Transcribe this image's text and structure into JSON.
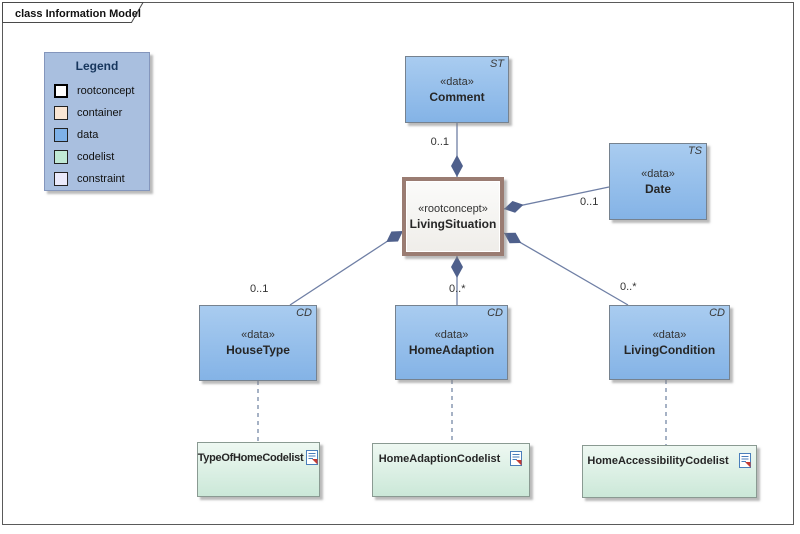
{
  "frame": {
    "title": "class Information Model"
  },
  "legend": {
    "title": "Legend",
    "panel_color": "#a9bfdf",
    "items": [
      {
        "label": "rootconcept",
        "color": "#ffffff"
      },
      {
        "label": "container",
        "color": "#fae6d4"
      },
      {
        "label": "data",
        "color": "#7eb1e8"
      },
      {
        "label": "codelist",
        "color": "#c0e9d4"
      },
      {
        "label": "constraint",
        "color": "#eaeafb"
      }
    ]
  },
  "nodes": {
    "comment": {
      "tag": "ST",
      "stereotype": "«data»",
      "name": "Comment"
    },
    "living_situation": {
      "stereotype": "«rootconcept»",
      "name": "LivingSituation"
    },
    "date": {
      "tag": "TS",
      "stereotype": "«data»",
      "name": "Date"
    },
    "house_type": {
      "tag": "CD",
      "stereotype": "«data»",
      "name": "HouseType"
    },
    "home_adaption": {
      "tag": "CD",
      "stereotype": "«data»",
      "name": "HomeAdaption"
    },
    "living_condition": {
      "tag": "CD",
      "stereotype": "«data»",
      "name": "LivingCondition"
    },
    "type_of_home_codelist": {
      "name": "TypeOfHomeCodelist"
    },
    "home_adaption_codelist": {
      "name": "HomeAdaptionCodelist"
    },
    "home_accessibility_codelist": {
      "name": "HomeAccessibilityCodelist"
    }
  },
  "connectors": {
    "line_color": "#6f7fa5",
    "diamond_color": "#4f608c",
    "dash_color": "#7788a6",
    "labels": {
      "comment": "0..1",
      "date": "0..1",
      "house_type": "0..1",
      "home_adaption": "0..*",
      "living_condition": "0..*"
    }
  }
}
